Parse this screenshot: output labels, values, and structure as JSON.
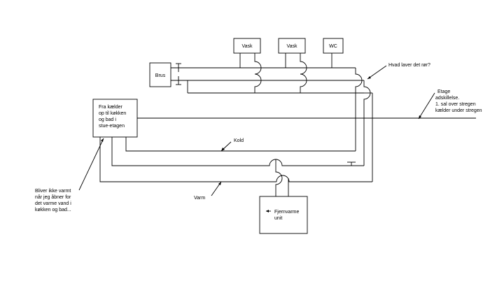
{
  "fixtures": {
    "brus": "Brus",
    "vask1": "Vask",
    "vask2": "Vask",
    "wc": "WC"
  },
  "boxes": {
    "kaelder": [
      "Fra kælder",
      "op til køkken",
      "og bad i",
      "stue-etagen"
    ],
    "fjernvarme": [
      "Fjernvarme",
      "unit"
    ]
  },
  "notes": {
    "question": "Hvad laver det rør?",
    "etage": [
      "Etage",
      "adskillelse.",
      "1. sal over stregen",
      "kælder under stregen"
    ],
    "kold": "Kold",
    "varm": "Varm",
    "bliver": [
      "Bliver ikke varmt",
      "når jeg åbner for",
      "det varme vand i",
      "køkken og bad..."
    ]
  }
}
